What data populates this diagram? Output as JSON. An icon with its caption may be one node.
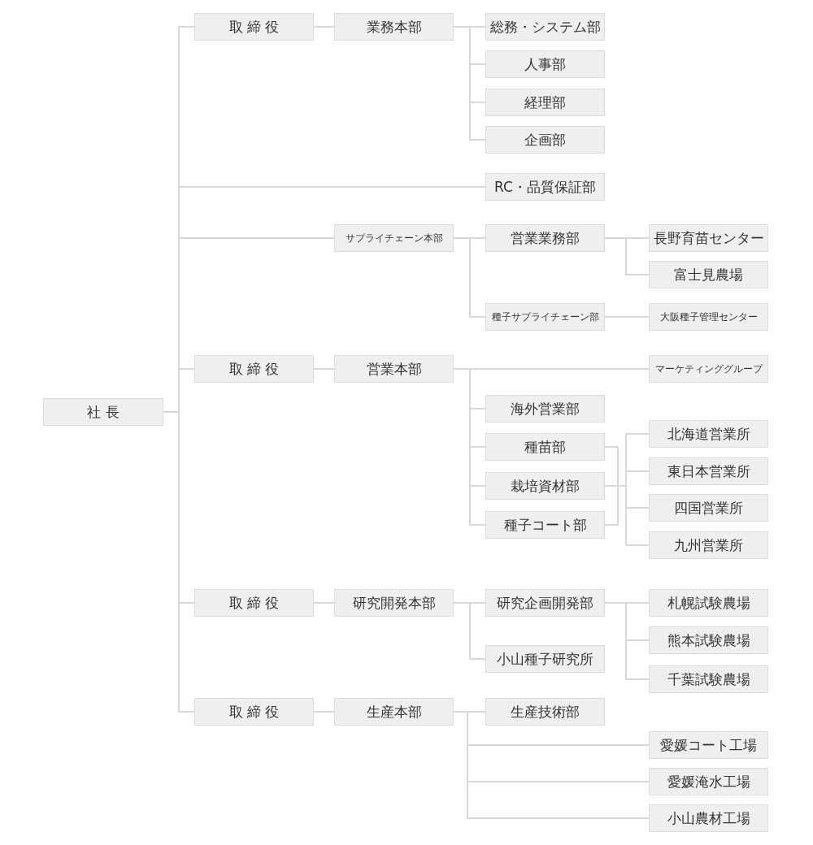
{
  "diagram": {
    "nodes": [
      {
        "text": [
          "社 長"
        ]
      },
      {
        "text": [
          "取 締 役"
        ]
      },
      {
        "text": [
          "業務本部"
        ]
      },
      {
        "text": [
          "総務・システム部"
        ]
      },
      {
        "text": [
          "人事部"
        ]
      },
      {
        "text": [
          "経理部"
        ]
      },
      {
        "text": [
          "企画部"
        ]
      },
      {
        "text": [
          "RC・品質保証部"
        ]
      },
      {
        "text": [
          "サプライチェーン本部"
        ]
      },
      {
        "text": [
          "営業業務部"
        ]
      },
      {
        "text": [
          "長野育苗センター"
        ]
      },
      {
        "text": [
          "富士見農場"
        ]
      },
      {
        "text": [
          "種子サプライチェーン部"
        ]
      },
      {
        "text": [
          "大阪種子管理センター"
        ]
      },
      {
        "text": [
          "取 締 役"
        ]
      },
      {
        "text": [
          "営業本部"
        ]
      },
      {
        "text": [
          "マーケティンググループ"
        ]
      },
      {
        "text": [
          "海外営業部"
        ]
      },
      {
        "text": [
          "種苗部"
        ]
      },
      {
        "text": [
          "栽培資材部"
        ]
      },
      {
        "text": [
          "種子コート部"
        ]
      },
      {
        "text": [
          "北海道営業所"
        ]
      },
      {
        "text": [
          "東日本営業所"
        ]
      },
      {
        "text": [
          "四国営業所"
        ]
      },
      {
        "text": [
          "九州営業所"
        ]
      },
      {
        "text": [
          "取 締 役"
        ]
      },
      {
        "text": [
          "研究開発本部"
        ]
      },
      {
        "text": [
          "研究企画開発部"
        ]
      },
      {
        "text": [
          "小山種子研究所"
        ]
      },
      {
        "text": [
          "札幌試験農場"
        ]
      },
      {
        "text": [
          "熊本試験農場"
        ]
      },
      {
        "text": [
          "千葉試験農場"
        ]
      },
      {
        "text": [
          "取 締 役"
        ]
      },
      {
        "text": [
          "生産本部"
        ]
      },
      {
        "text": [
          "生産技術部"
        ]
      },
      {
        "text": [
          "愛媛コート工場"
        ]
      },
      {
        "text": [
          "愛媛淹水工場"
        ]
      },
      {
        "text": [
          "小山農材工場"
        ]
      }
    ],
    "edges": [
      {
        "from": 0,
        "to": 1,
        "arrow": "none"
      },
      {
        "from": 0,
        "to": 7,
        "arrow": "none"
      },
      {
        "from": 0,
        "to": 8,
        "arrow": "none"
      },
      {
        "from": 0,
        "to": 14,
        "arrow": "none"
      },
      {
        "from": 0,
        "to": 25,
        "arrow": "none"
      },
      {
        "from": 0,
        "to": 32,
        "arrow": "none"
      },
      {
        "from": 1,
        "to": 2,
        "arrow": "none"
      },
      {
        "from": 2,
        "to": 3,
        "arrow": "none"
      },
      {
        "from": 2,
        "to": 4,
        "arrow": "none"
      },
      {
        "from": 2,
        "to": 5,
        "arrow": "none"
      },
      {
        "from": 2,
        "to": 6,
        "arrow": "none"
      },
      {
        "from": 8,
        "to": 9,
        "arrow": "none"
      },
      {
        "from": 8,
        "to": 12,
        "arrow": "none"
      },
      {
        "from": 9,
        "to": 10,
        "arrow": "none"
      },
      {
        "from": 9,
        "to": 11,
        "arrow": "none"
      },
      {
        "from": 12,
        "to": 13,
        "arrow": "none"
      },
      {
        "from": 14,
        "to": 15,
        "arrow": "none"
      },
      {
        "from": 15,
        "to": 16,
        "arrow": "none"
      },
      {
        "from": 15,
        "to": 17,
        "arrow": "none"
      },
      {
        "from": 15,
        "to": 18,
        "arrow": "none"
      },
      {
        "from": 15,
        "to": 19,
        "arrow": "none"
      },
      {
        "from": 15,
        "to": 20,
        "arrow": "none"
      },
      {
        "from": 18,
        "to": 21,
        "arrow": "none"
      },
      {
        "from": 18,
        "to": 22,
        "arrow": "none"
      },
      {
        "from": 18,
        "to": 23,
        "arrow": "none"
      },
      {
        "from": 18,
        "to": 24,
        "arrow": "none"
      },
      {
        "from": 19,
        "to": 21,
        "arrow": "none"
      },
      {
        "from": 19,
        "to": 22,
        "arrow": "none"
      },
      {
        "from": 19,
        "to": 23,
        "arrow": "none"
      },
      {
        "from": 19,
        "to": 24,
        "arrow": "none"
      },
      {
        "from": 20,
        "to": 21,
        "arrow": "none"
      },
      {
        "from": 20,
        "to": 22,
        "arrow": "none"
      },
      {
        "from": 20,
        "to": 23,
        "arrow": "none"
      },
      {
        "from": 20,
        "to": 24,
        "arrow": "none"
      },
      {
        "from": 25,
        "to": 26,
        "arrow": "none"
      },
      {
        "from": 26,
        "to": 27,
        "arrow": "none"
      },
      {
        "from": 26,
        "to": 28,
        "arrow": "none"
      },
      {
        "from": 27,
        "to": 29,
        "arrow": "none"
      },
      {
        "from": 27,
        "to": 30,
        "arrow": "none"
      },
      {
        "from": 27,
        "to": 31,
        "arrow": "none"
      },
      {
        "from": 32,
        "to": 33,
        "arrow": "none"
      },
      {
        "from": 33,
        "to": 34,
        "arrow": "none"
      },
      {
        "from": 33,
        "to": 35,
        "arrow": "none"
      },
      {
        "from": 33,
        "to": 36,
        "arrow": "none"
      },
      {
        "from": 33,
        "to": 37,
        "arrow": "none"
      }
    ]
  }
}
